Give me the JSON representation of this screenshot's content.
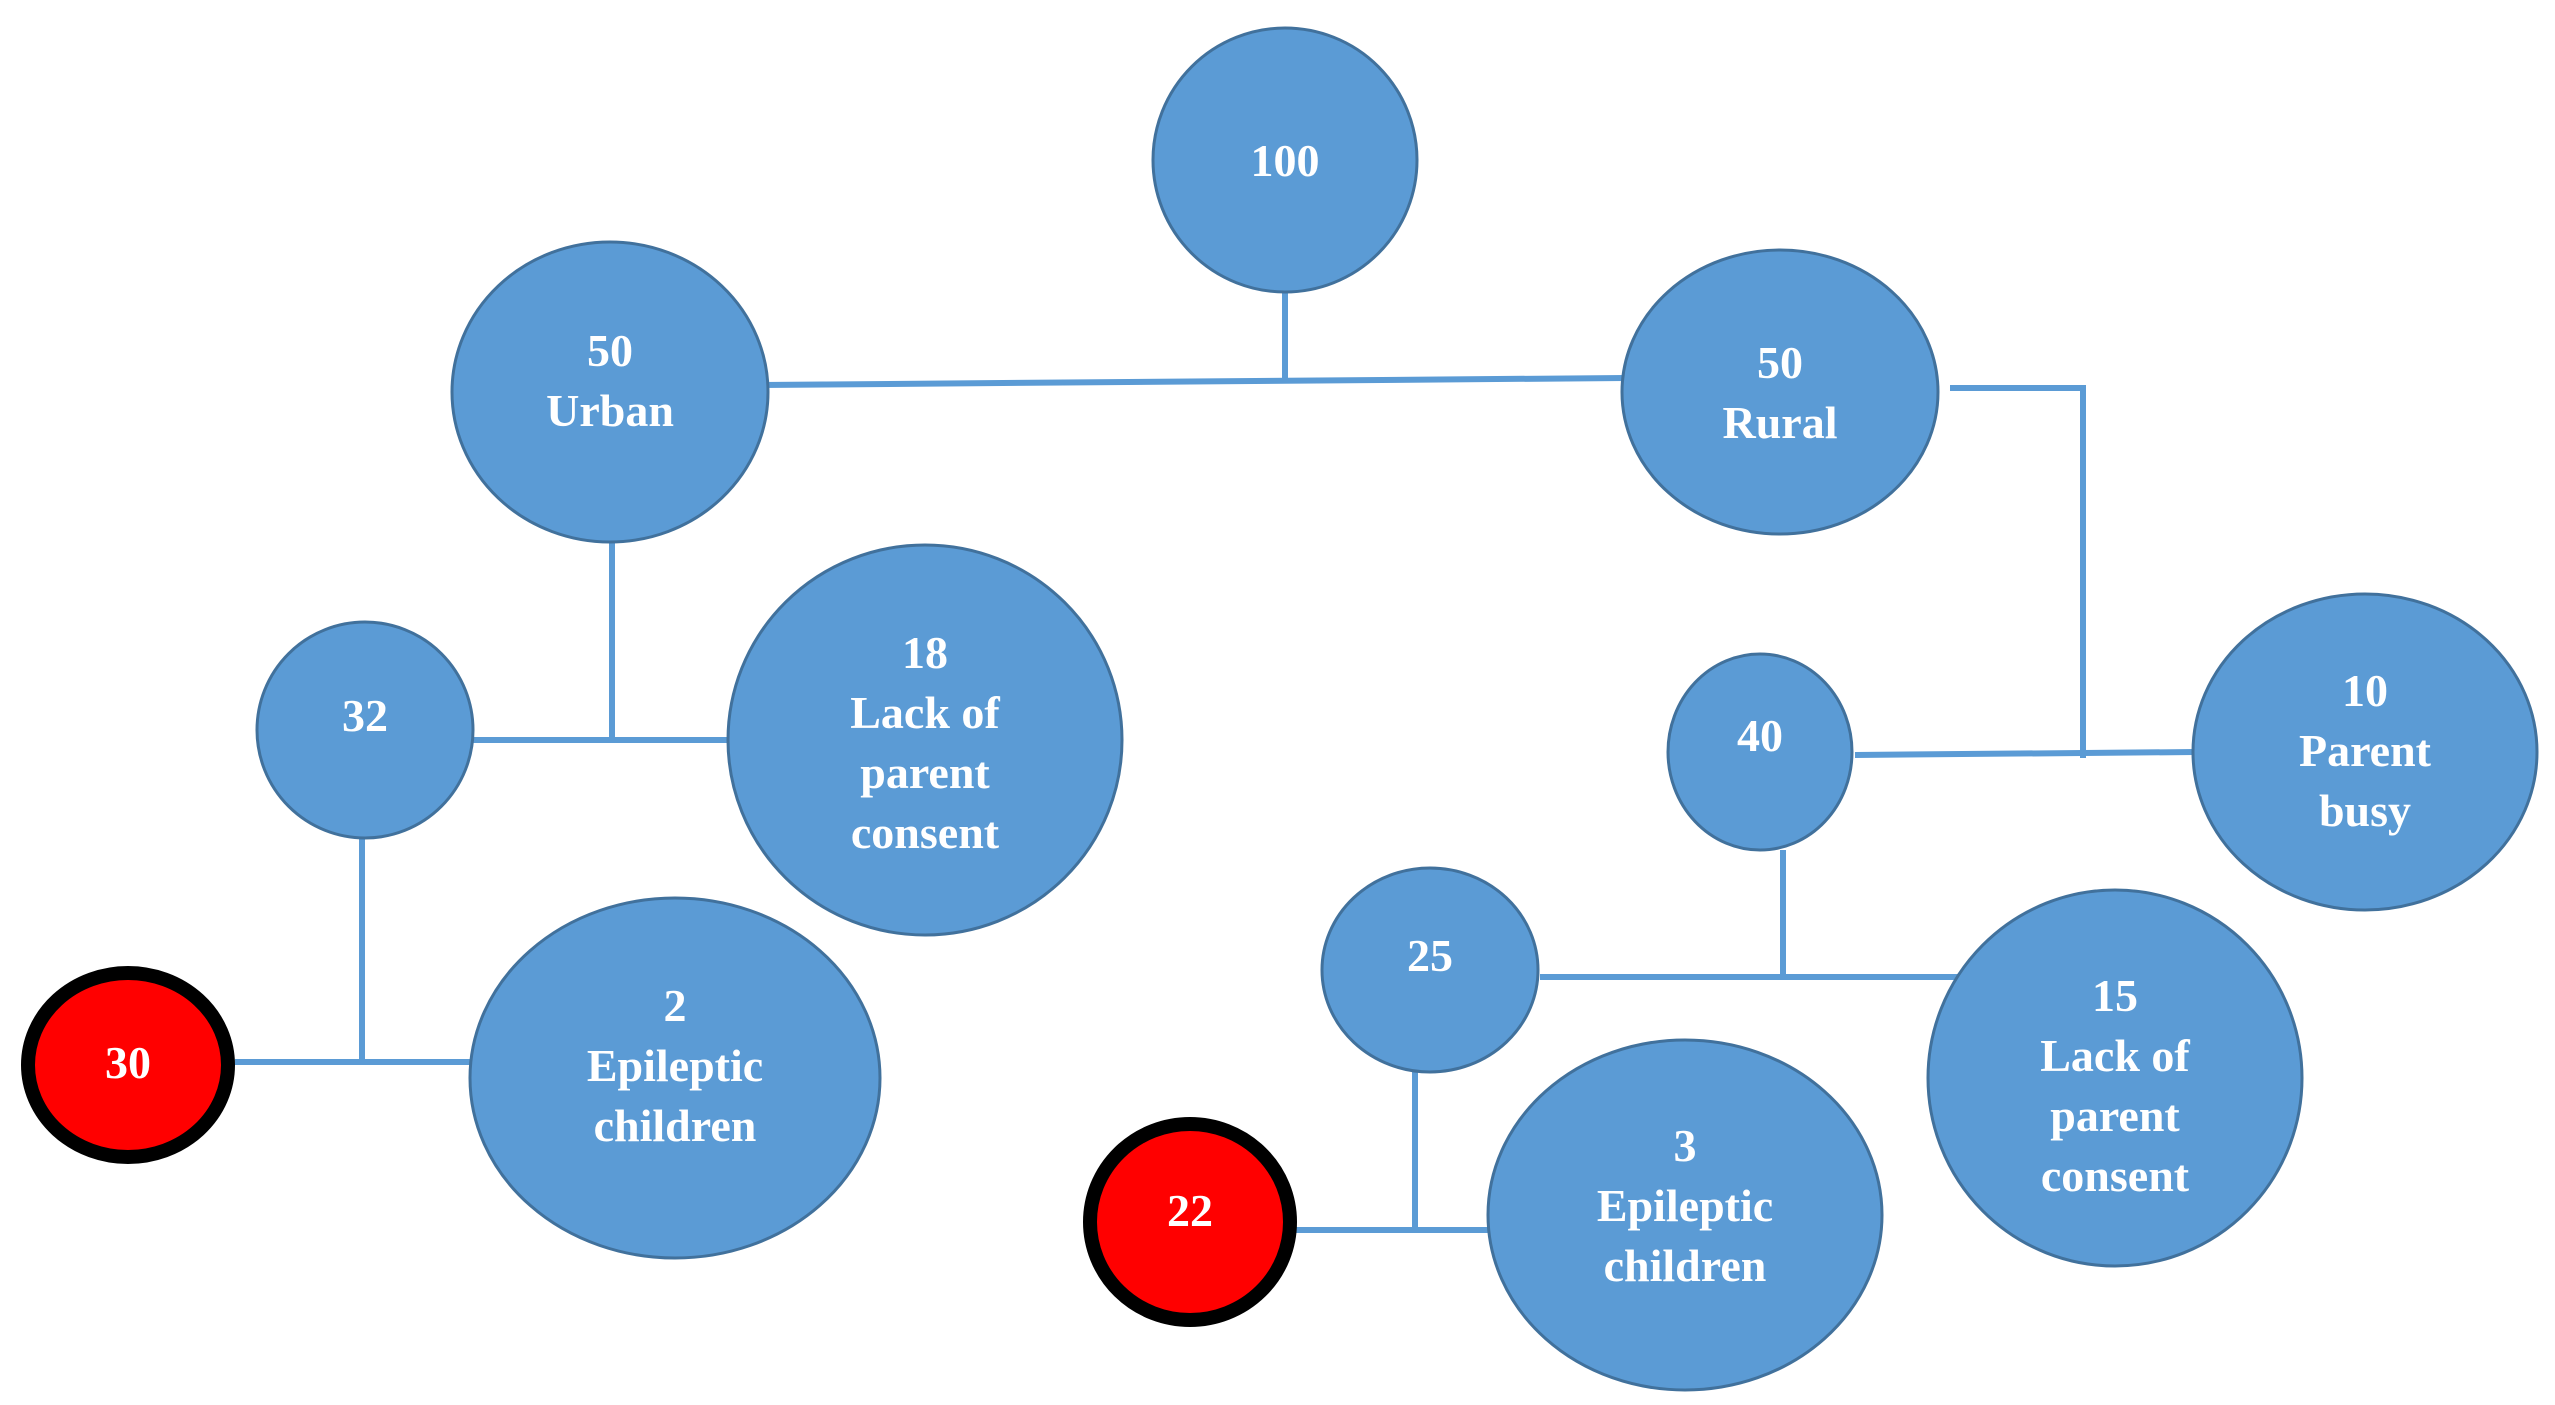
{
  "colors": {
    "node": "#5b9bd5",
    "node_border": "#41719c",
    "highlight": "#ff0000",
    "highlight_border": "#000000",
    "connector": "#5b9bd5"
  },
  "nodes": {
    "root": {
      "lines": [
        "100"
      ]
    },
    "urban": {
      "lines": [
        "50",
        "Urban"
      ]
    },
    "rural": {
      "lines": [
        "50",
        "Rural"
      ]
    },
    "urban_remaining": {
      "lines": [
        "32"
      ]
    },
    "urban_consent": {
      "lines": [
        "18",
        "Lack of",
        "parent",
        "consent"
      ]
    },
    "urban_final": {
      "lines": [
        "30"
      ]
    },
    "urban_epileptic": {
      "lines": [
        "2",
        "Epileptic",
        "children"
      ]
    },
    "rural_remaining": {
      "lines": [
        "40"
      ]
    },
    "rural_busy": {
      "lines": [
        "10",
        "Parent",
        "busy"
      ]
    },
    "rural_sub": {
      "lines": [
        "25"
      ]
    },
    "rural_consent": {
      "lines": [
        "15",
        "Lack of",
        "parent",
        "consent"
      ]
    },
    "rural_final": {
      "lines": [
        "22"
      ]
    },
    "rural_epileptic": {
      "lines": [
        "3",
        "Epileptic",
        "children"
      ]
    }
  }
}
